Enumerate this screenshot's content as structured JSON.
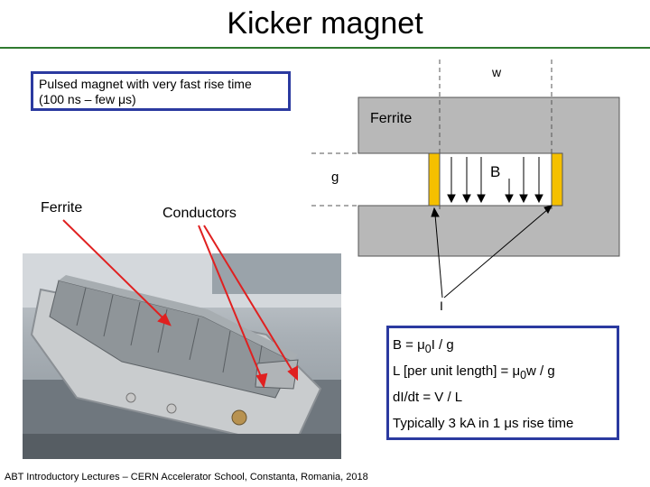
{
  "title": "Kicker magnet",
  "description": {
    "line1": "Pulsed magnet with very fast rise time",
    "line2": "(100 ns – few μs)"
  },
  "diagram": {
    "label_w": "w",
    "label_ferrite_top": "Ferrite",
    "label_g": "g",
    "label_B": "B",
    "label_I": "I",
    "ferrite_color": "#b8b8b8",
    "conductor_color": "#f5c000"
  },
  "photo_labels": {
    "ferrite": "Ferrite",
    "conductors": "Conductors",
    "arrow_color": "#e02020"
  },
  "formulas": {
    "f1_prefix": "B = μ",
    "f1_sub": "0",
    "f1_suffix": "I / g",
    "f2_prefix": "L [per unit length] = μ",
    "f2_sub": "0",
    "f2_suffix": "w / g",
    "f3": "dI/dt = V / L",
    "f4": "Typically 3 kA in 1 μs rise time"
  },
  "footer": "ABT Introductory Lectures – CERN Accelerator School, Constanta, Romania, 2018"
}
